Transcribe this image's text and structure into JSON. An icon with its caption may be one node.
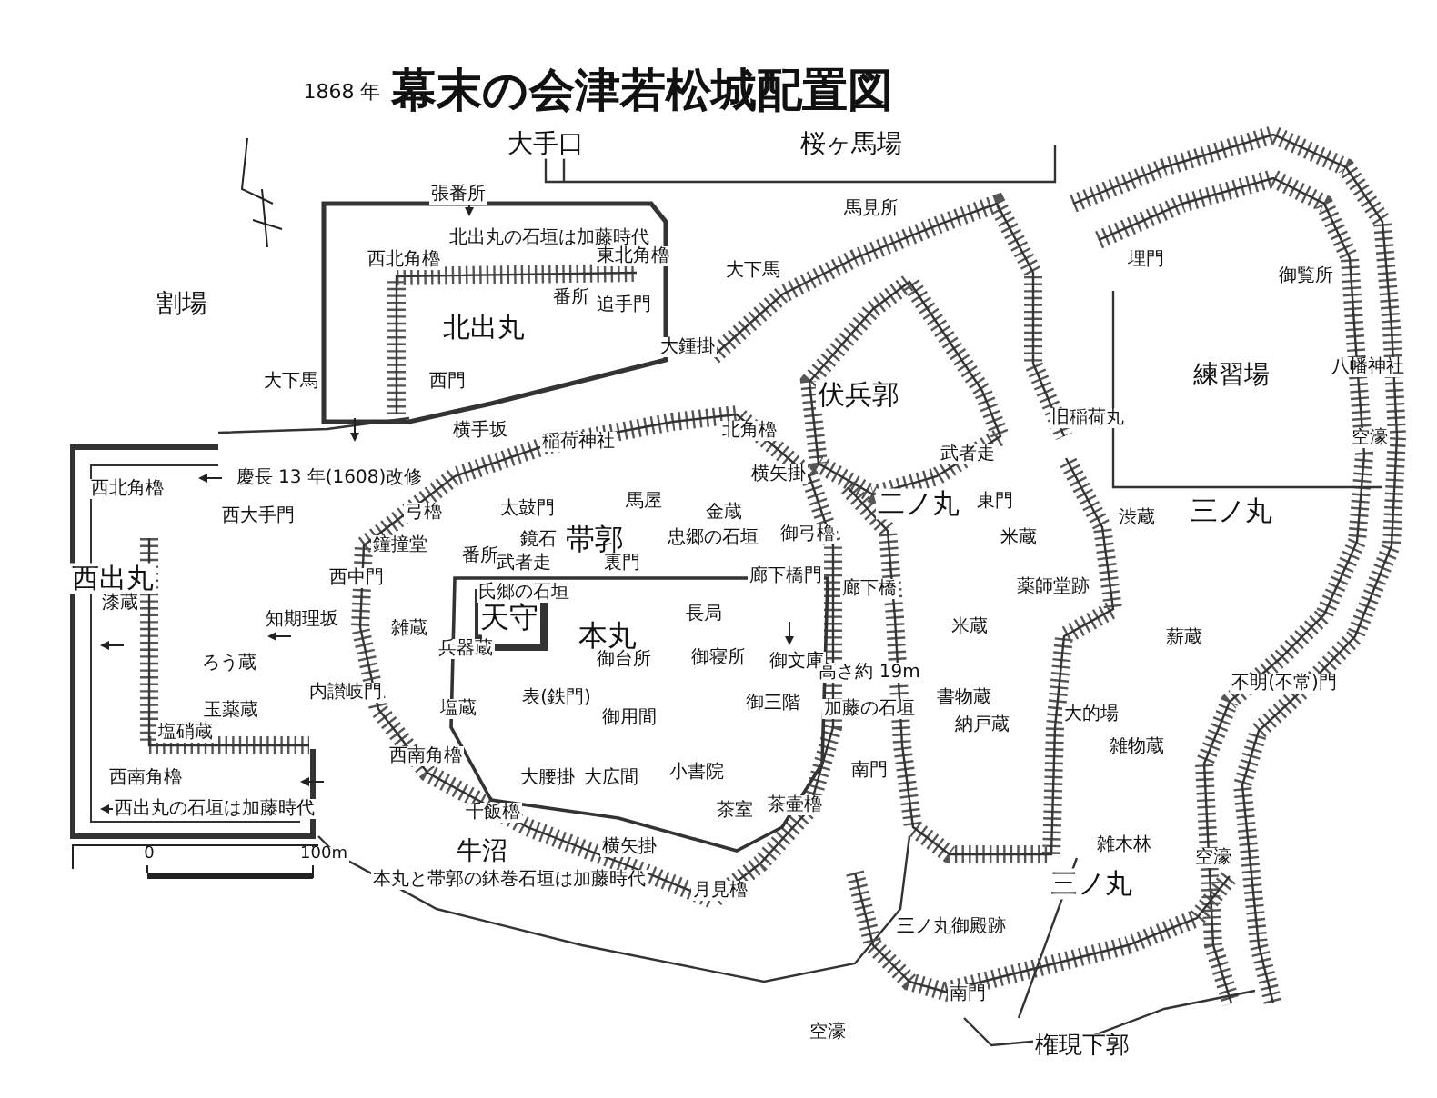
{
  "diagram": {
    "title": "幕末の会津若松城配置図",
    "labels": [
      "1868 年",
      "大手口",
      "桜ヶ馬場",
      "張番所",
      "馬見所",
      "北出丸の石垣は加藤時代",
      "西北角櫓",
      "東北角櫓",
      "大下馬",
      "埋門",
      "御覧所",
      "番所",
      "追手門",
      "割場",
      "北出丸",
      "大鍾掛",
      "西門",
      "大下馬",
      "八幡神社",
      "練習場",
      "伏兵郭",
      "旧稲荷丸",
      "横手坂",
      "稲荷神社",
      "北角櫓",
      "空濠",
      "武者走",
      "横矢掛",
      "慶長 13 年(1608)改修",
      "西北角櫓",
      "馬屋",
      "太鼓門",
      "西大手門",
      "弓櫓",
      "金蔵",
      "二ノ丸",
      "東門",
      "三ノ丸",
      "渋蔵",
      "鏡石",
      "帯郭",
      "忠郷の石垣",
      "御弓櫓",
      "米蔵",
      "鐘撞堂",
      "番所",
      "武者走",
      "裏門",
      "廊下橋門",
      "西出丸",
      "西中門",
      "廊下橋",
      "薬師堂跡",
      "氏郷の石垣",
      "漆蔵",
      "長局",
      "天守",
      "知期理坂",
      "米蔵",
      "雑蔵",
      "本丸",
      "薪蔵",
      "兵器蔵",
      "御台所",
      "御寝所",
      "御文庫",
      "ろう蔵",
      "高さ約 19m",
      "不明(不常)門",
      "内讃岐門",
      "表(鉄門)",
      "書物蔵",
      "御三階",
      "塩蔵",
      "加藤の石垣",
      "玉薬蔵",
      "大的場",
      "御用間",
      "納戸蔵",
      "塩硝蔵",
      "雑物蔵",
      "西南角櫓",
      "小書院",
      "南門",
      "西南角櫓",
      "大腰掛",
      "大広間",
      "茶室",
      "茶壷櫓",
      "西出丸の石垣は加藤時代",
      "千飯櫓",
      "0",
      "100m",
      "雑木林",
      "横矢掛",
      "牛沼",
      "空濠",
      "本丸と帯郭の鉢巻石垣は加藤時代",
      "月見櫓",
      "三ノ丸",
      "三ノ丸御殿跡",
      "南門",
      "空濠",
      "権現下郭"
    ]
  }
}
